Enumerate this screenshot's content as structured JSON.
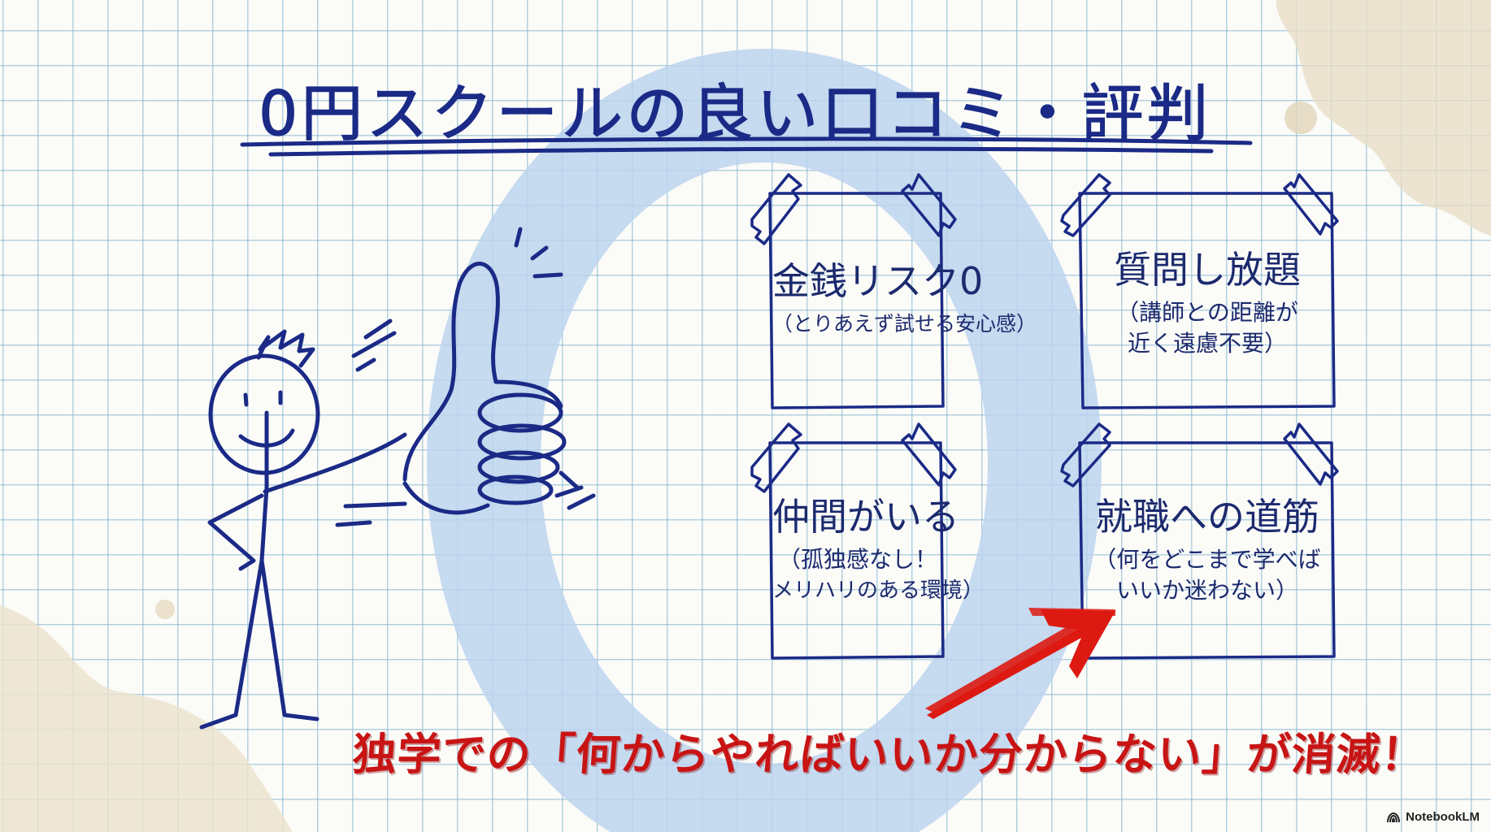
{
  "slide": {
    "title": "0円スクールの良い口コミ・評判",
    "cards": [
      {
        "title": "金銭リスク0",
        "subtitle_lines": [
          "（とりあえず試せる安心感）"
        ]
      },
      {
        "title": "質問し放題",
        "subtitle_lines": [
          "（講師との距離が",
          "近く遠慮不要）"
        ]
      },
      {
        "title": "仲間がいる",
        "subtitle_lines": [
          "（孤独感なし！",
          "メリハリのある環境）"
        ]
      },
      {
        "title": "就職への道筋",
        "subtitle_lines": [
          "（何をどこまで学べば",
          "いいか迷わない）"
        ]
      }
    ],
    "banner": "独学での「何からやればいいか分からない」が消滅！",
    "background_letter": "O"
  },
  "branding": {
    "label": "NotebookLM",
    "icon": "notebooklm-logo-icon"
  },
  "colors": {
    "ink_blue": "#1b2a86",
    "card_text": "#1c2a6e",
    "accent_red": "#c81414",
    "ring_blue": "#bcd3ee",
    "grid_line": "#8cbcd4",
    "stain": "#d9c9a8"
  }
}
